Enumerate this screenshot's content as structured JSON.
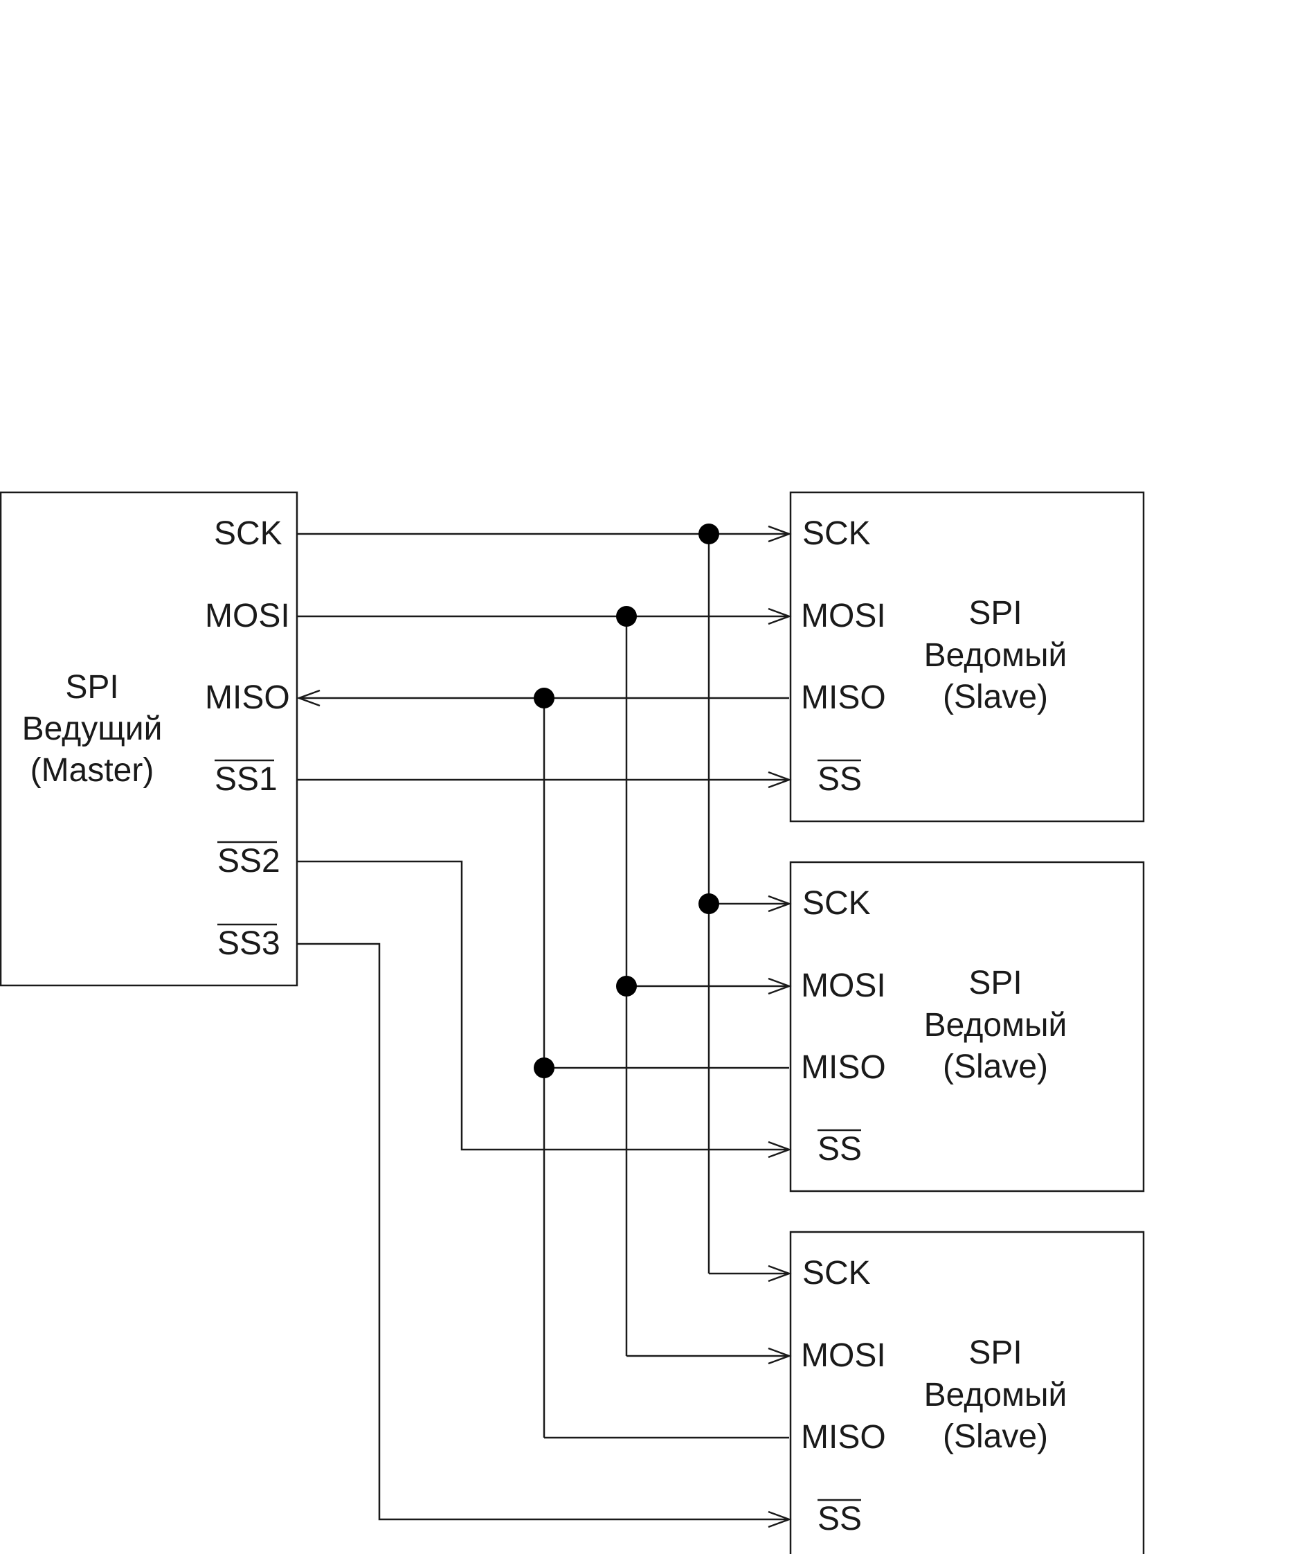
{
  "master": {
    "line1": "SPI",
    "line2": "Ведущий",
    "line3": "(Master)",
    "pins": {
      "sck": "SCK",
      "mosi": "MOSI",
      "miso": "MISO",
      "ss1": "SS1",
      "ss2": "SS2",
      "ss3": "SS3"
    }
  },
  "slaves": [
    {
      "line1": "SPI",
      "line2": "Ведомый",
      "line3": "(Slave)",
      "pins": {
        "sck": "SCK",
        "mosi": "MOSI",
        "miso": "MISO",
        "ss": "SS"
      }
    },
    {
      "line1": "SPI",
      "line2": "Ведомый",
      "line3": "(Slave)",
      "pins": {
        "sck": "SCK",
        "mosi": "MOSI",
        "miso": "MISO",
        "ss": "SS"
      }
    },
    {
      "line1": "SPI",
      "line2": "Ведомый",
      "line3": "(Slave)",
      "pins": {
        "sck": "SCK",
        "mosi": "MOSI",
        "miso": "MISO",
        "ss": "SS"
      }
    }
  ]
}
